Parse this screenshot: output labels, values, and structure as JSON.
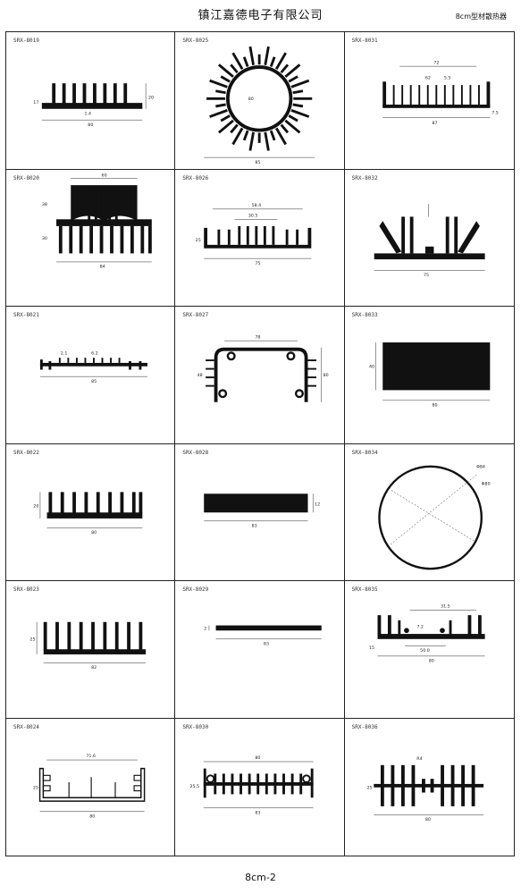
{
  "header": {
    "company": "镇江嘉德电子有限公司",
    "series": "8cm型材散热器"
  },
  "profiles": [
    {
      "code": "SRX-8019",
      "dims": [
        "20",
        "17",
        "1.4",
        "80"
      ]
    },
    {
      "code": "SRX-8025",
      "dims": [
        "80",
        "85"
      ]
    },
    {
      "code": "SRX-8031",
      "dims": [
        "72",
        "5.5",
        "62",
        "7.5",
        "87"
      ]
    },
    {
      "code": "SRX-8020",
      "dims": [
        "60",
        "38",
        "30",
        "84"
      ]
    },
    {
      "code": "SRX-8026",
      "dims": [
        "58.4",
        "30.5",
        "75",
        "25"
      ]
    },
    {
      "code": "SRX-8032",
      "dims": [
        "75"
      ]
    },
    {
      "code": "SRX-8021",
      "dims": [
        "2.1",
        "6.2",
        "85"
      ]
    },
    {
      "code": "SRX-8027",
      "dims": [
        "78",
        "80",
        "48"
      ]
    },
    {
      "code": "SRX-8033",
      "dims": [
        "40",
        "80"
      ]
    },
    {
      "code": "SRX-8022",
      "dims": [
        "20",
        "80"
      ]
    },
    {
      "code": "SRX-8028",
      "dims": [
        "12",
        "83"
      ]
    },
    {
      "code": "SRX-8034",
      "dims": [
        "Φ84",
        "Φ80"
      ]
    },
    {
      "code": "SRX-8023",
      "dims": [
        "25",
        "82"
      ]
    },
    {
      "code": "SRX-8029",
      "dims": [
        "2",
        "83"
      ]
    },
    {
      "code": "SRX-8035",
      "dims": [
        "31.5",
        "7.2",
        "50.0",
        "15",
        "80"
      ]
    },
    {
      "code": "SRX-8024",
      "dims": [
        "71.6",
        "25",
        "80"
      ]
    },
    {
      "code": "SRX-8030",
      "dims": [
        "80",
        "25.5",
        "83"
      ]
    },
    {
      "code": "SRX-8036",
      "dims": [
        "R4",
        "25",
        "80"
      ]
    }
  ],
  "footer": {
    "page": "8cm-2"
  },
  "colors": {
    "ink": "#111111",
    "rule": "#222222"
  }
}
